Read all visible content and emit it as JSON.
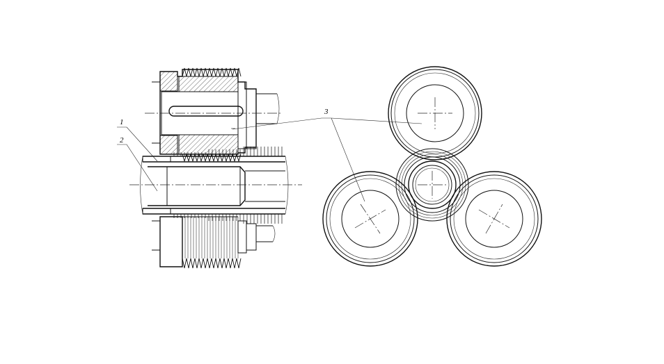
{
  "drawing": {
    "labels": {
      "part1": "1",
      "part2": "2",
      "part3": "3"
    },
    "colors": {
      "line": "#111111",
      "background": "#ffffff"
    }
  }
}
